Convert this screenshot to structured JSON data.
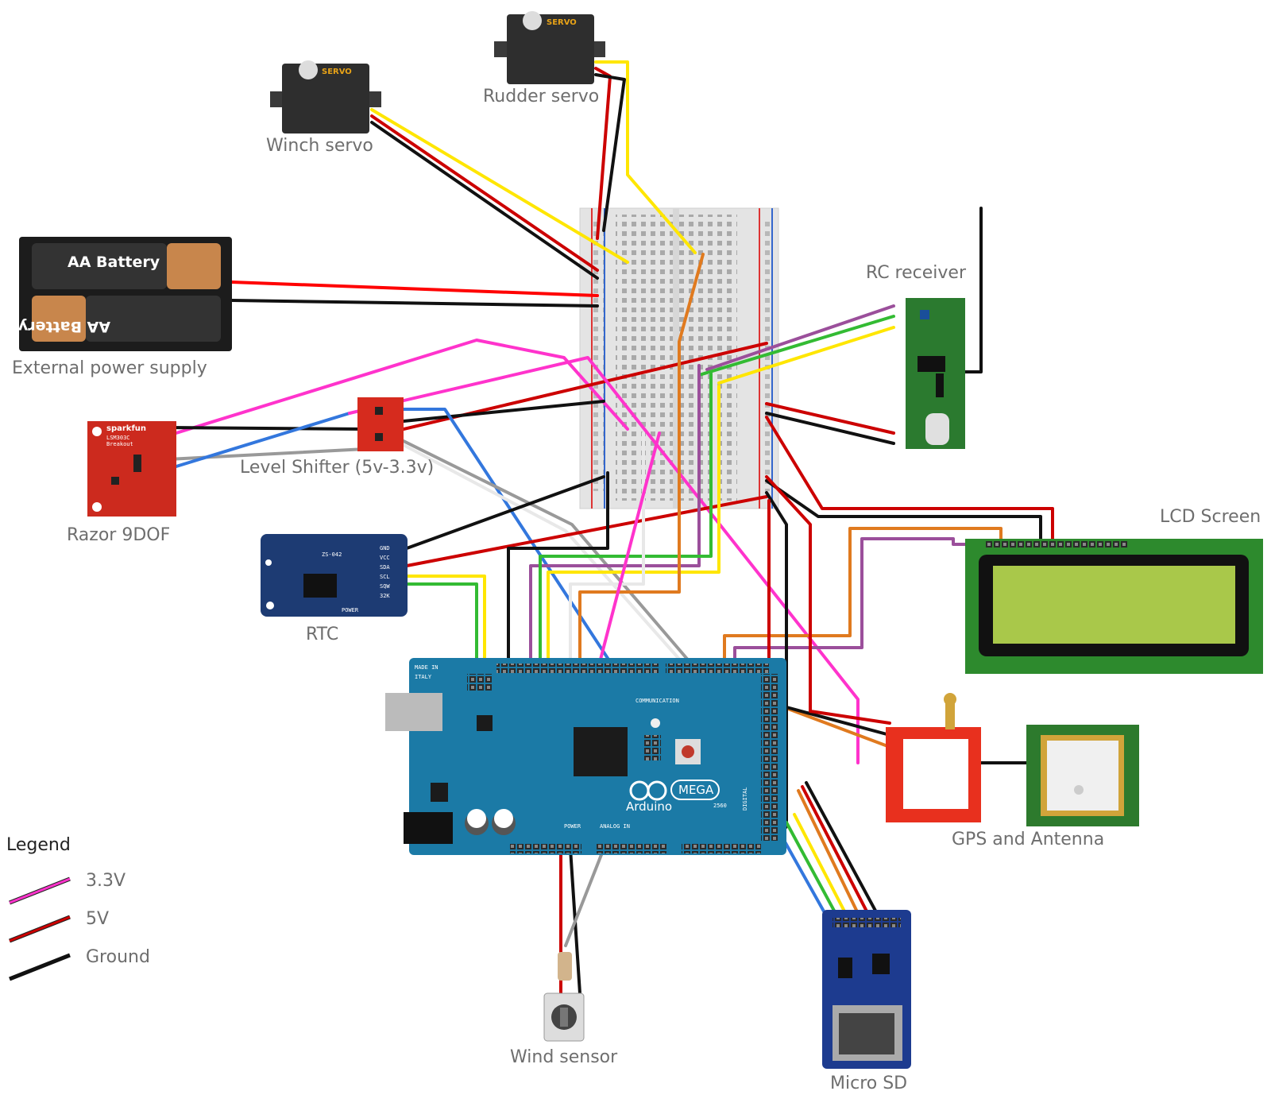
{
  "labels": {
    "winch_servo": "Winch servo",
    "rudder_servo": "Rudder servo",
    "external_power": "External power supply",
    "rc_receiver": "RC receiver",
    "razor": "Razor 9DOF",
    "level_shifter": "Level Shifter (5v-3.3v)",
    "rtc": "RTC",
    "lcd": "LCD Screen",
    "gps": "GPS and Antenna",
    "wind_sensor": "Wind sensor",
    "micro_sd": "Micro SD"
  },
  "battery": {
    "top": "AA Battery",
    "bottom": "AA Battery"
  },
  "servo_brand": "SERVO",
  "board": {
    "name": "MEGA",
    "brand": "Arduino",
    "made_in": "MADE IN",
    "country": "ITALY",
    "digital": "DIGITAL",
    "communication": "COMMUNICATION",
    "power": "POWER",
    "analog_in": "ANALOG IN",
    "model": "2560"
  },
  "sparkfun": {
    "brand": "sparkfun",
    "model": "LSM303C",
    "sub": "Breakout"
  },
  "rtc_module": {
    "model": "ZS-042",
    "pins": [
      "GND",
      "VCC",
      "SDA",
      "SCL",
      "SQW",
      "32K"
    ],
    "power": "POWER"
  },
  "legend": {
    "title": "Legend",
    "items": [
      {
        "label": "3.3V",
        "color": "#ff33cc"
      },
      {
        "label": "5V",
        "color": "#cc0000"
      },
      {
        "label": "Ground",
        "color": "#111111"
      }
    ]
  },
  "colors": {
    "pink": "#ff33cc",
    "red": "#cc0000",
    "black": "#111111",
    "yellow": "#ffe600",
    "green": "#33bb33",
    "blue": "#3377dd",
    "orange": "#e07a1f",
    "purple": "#9b4f9b",
    "grey": "#999999",
    "white": "#e8e8e8"
  }
}
